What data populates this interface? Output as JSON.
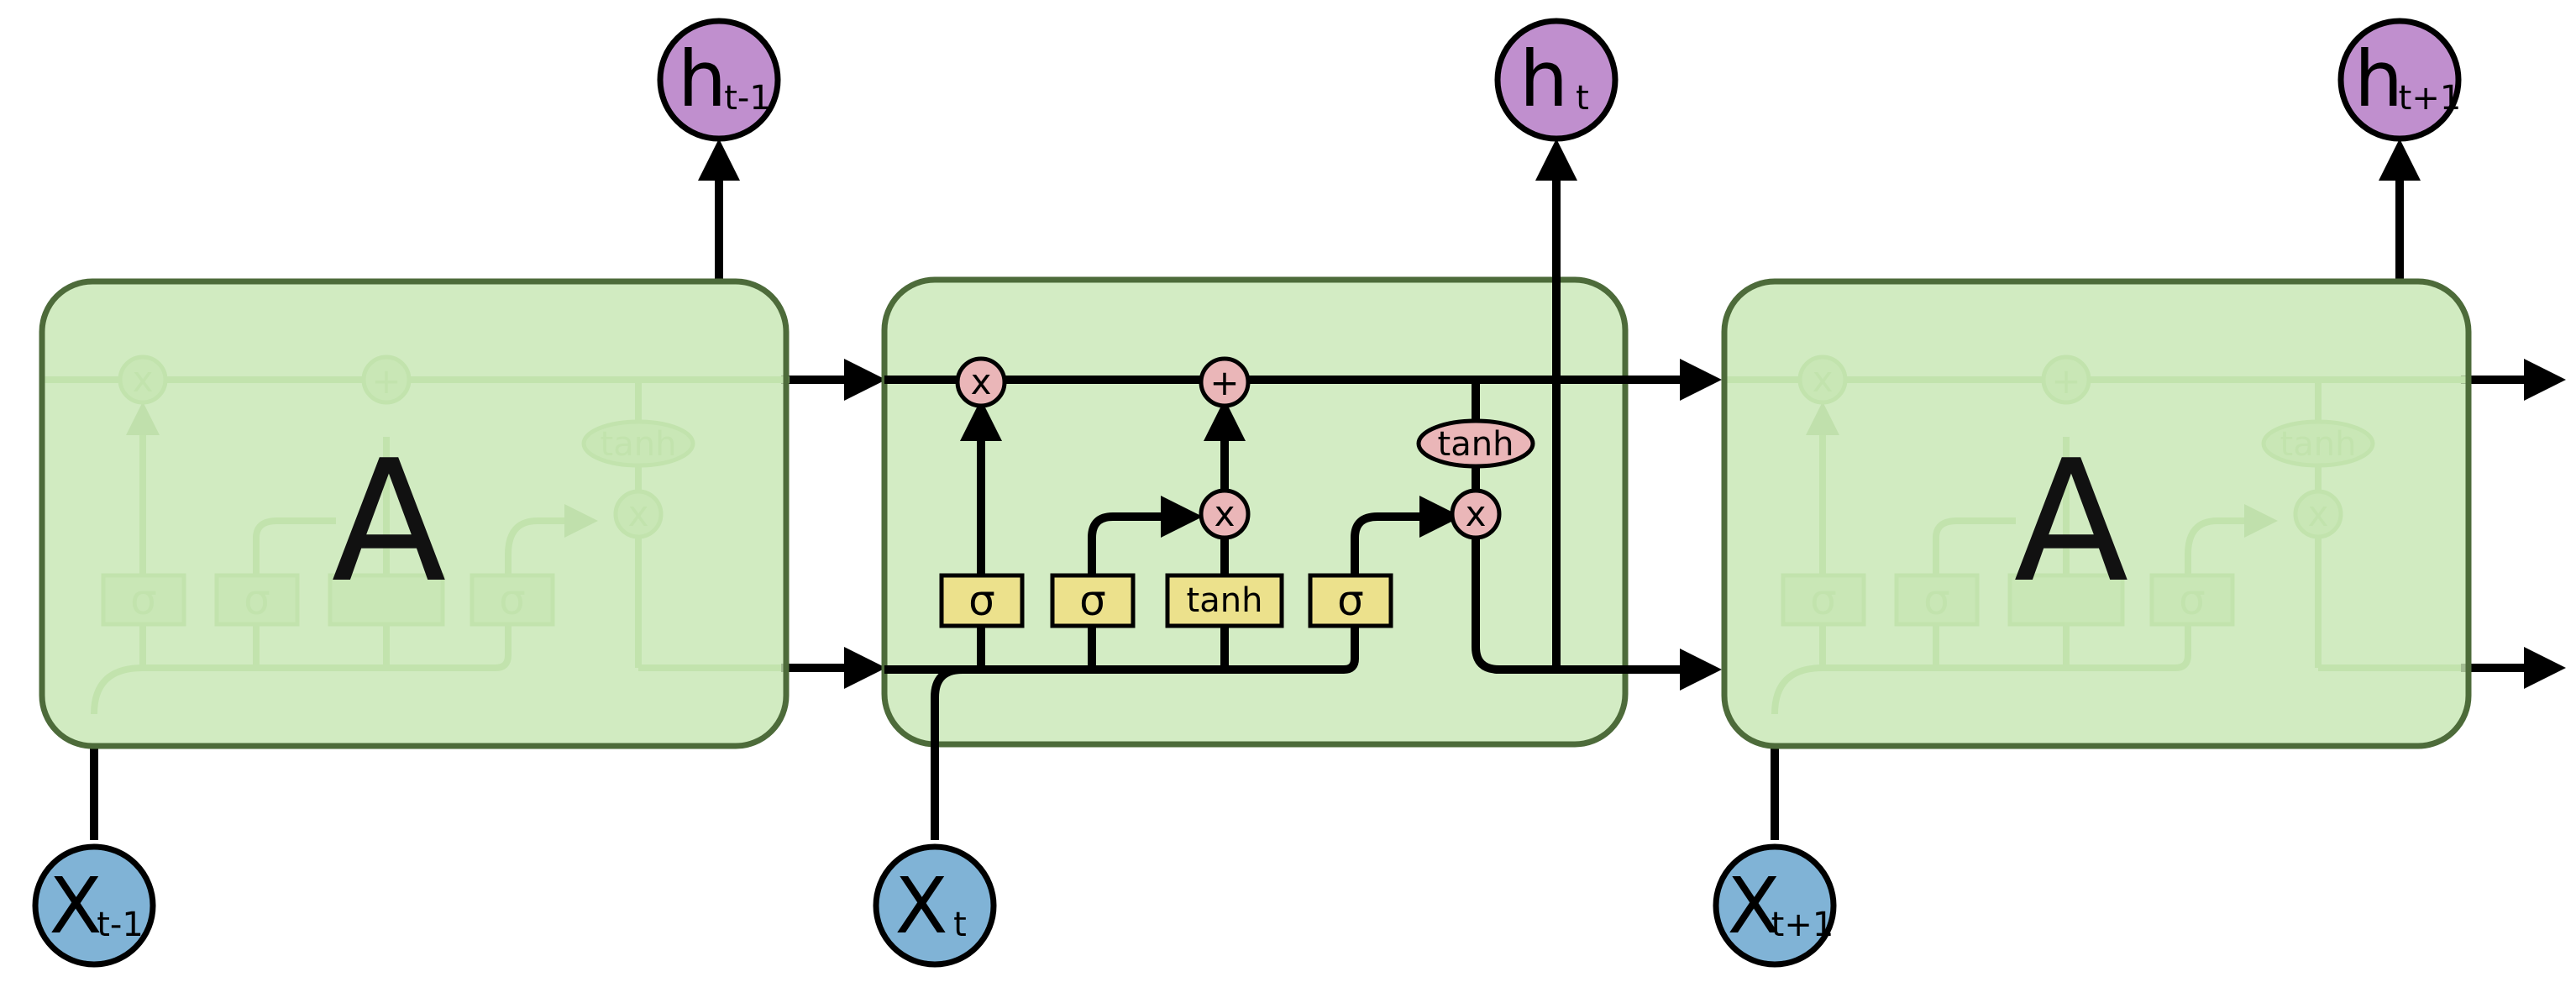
{
  "cells": [
    {
      "id": "prev",
      "faded": true,
      "label": "A",
      "input": {
        "main": "X",
        "sub": "t-1"
      },
      "output": {
        "main": "h",
        "sub": "t-1"
      }
    },
    {
      "id": "current",
      "faded": false,
      "label": "",
      "input": {
        "main": "X",
        "sub": "t"
      },
      "output": {
        "main": "h",
        "sub": "t"
      }
    },
    {
      "id": "next",
      "faded": true,
      "label": "A",
      "input": {
        "main": "X",
        "sub": "t+1"
      },
      "output": {
        "main": "h",
        "sub": "t+1"
      }
    }
  ],
  "gates": [
    "σ",
    "σ",
    "tanh",
    "σ"
  ],
  "ops": {
    "multiply": "x",
    "add": "+",
    "tanh": "tanh"
  },
  "colors": {
    "cell_fill": "#d3ecc4",
    "cell_stroke": "#4d6b3a",
    "gate_fill": "#ece18c",
    "op_fill": "#eab6b8",
    "h_node": "#c08fce",
    "x_node": "#80b3d6",
    "line": "#000000"
  }
}
